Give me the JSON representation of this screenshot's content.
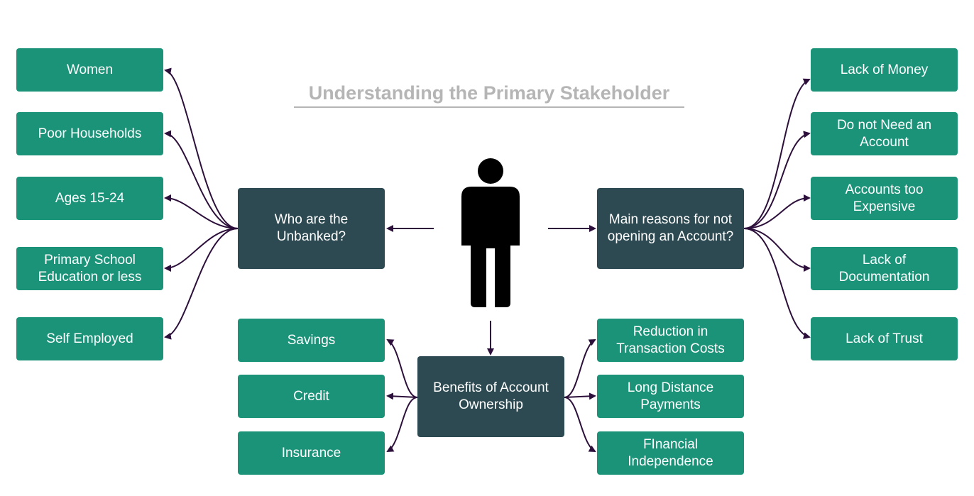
{
  "title": "Understanding the Primary Stakeholder",
  "colors": {
    "leaf": "#1b9379",
    "hub": "#2d4a52",
    "connector": "#2c0f3a",
    "title": "#b5b5b5",
    "person": "#000000"
  },
  "icons": {
    "center": "person-icon"
  },
  "hubs": {
    "unbanked": "Who are the Unbanked?",
    "reasons": "Main reasons for not opening an Account?",
    "benefits": "Benefits of Account Ownership"
  },
  "unbanked_items": [
    "Women",
    "Poor Households",
    "Ages 15-24",
    "Primary School Education or less",
    "Self Employed"
  ],
  "reasons_items": [
    "Lack of Money",
    "Do not Need an Account",
    "Accounts too Expensive",
    "Lack of Documentation",
    "Lack of Trust"
  ],
  "benefits_left_items": [
    "Savings",
    "Credit",
    "Insurance"
  ],
  "benefits_right_items": [
    "Reduction in Transaction Costs",
    "Long Distance Payments",
    "FInancial Independence"
  ]
}
